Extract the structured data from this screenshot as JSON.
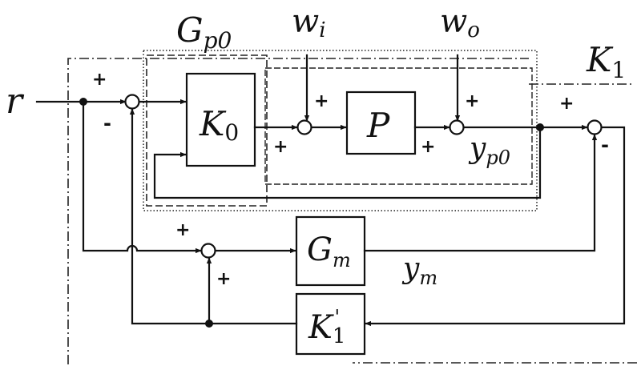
{
  "blocks": {
    "k0": {
      "main": "K",
      "sub": "0"
    },
    "p": {
      "main": "P"
    },
    "gm": {
      "main": "G",
      "sub": "m"
    },
    "k1p": {
      "main": "K",
      "sub": "1",
      "prime": "'"
    }
  },
  "labels": {
    "gp0": {
      "main": "G",
      "sub": "p0"
    },
    "k1": {
      "main": "K",
      "sub": "1"
    },
    "wi": {
      "main": "w",
      "sub": "i"
    },
    "wo": {
      "main": "w",
      "sub": "o"
    },
    "r": "r",
    "yp0": {
      "main": "y",
      "sub": "p0"
    },
    "ym": {
      "main": "y",
      "sub": "m"
    }
  },
  "signs": {
    "plus": "+",
    "minus": "-"
  }
}
